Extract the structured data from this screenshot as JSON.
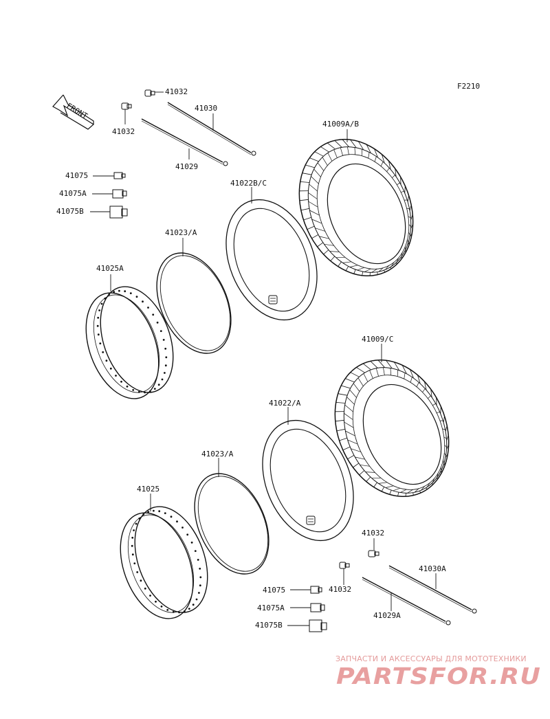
{
  "figure_code": "F2210",
  "front_label": "FRONT",
  "upper": {
    "valve_a": "41032",
    "valve_b": "41032",
    "spoke_a": "41030",
    "spoke_b": "41029",
    "nipple_1": "41075",
    "nipple_2": "41075A",
    "nipple_3": "41075B",
    "rim_band": "41023/A",
    "rim": "41025A",
    "tube": "41022B/C",
    "tire": "41009A/B"
  },
  "lower": {
    "tire": "41009/C",
    "tube": "41022/A",
    "rim_band": "41023/A",
    "rim": "41025",
    "valve_a": "41032",
    "valve_b": "41032",
    "spoke_a": "41030A",
    "spoke_b": "41029A",
    "nipple_1": "41075",
    "nipple_2": "41075A",
    "nipple_3": "41075B"
  },
  "watermark": {
    "tagline": "ЗАПЧАСТИ И АКСЕССУАРЫ ДЛЯ МОТОТЕХНИКИ",
    "brand": "PARTSFOR.RU"
  },
  "colors": {
    "line": "#111111",
    "watermark": "#e8a0a0"
  }
}
